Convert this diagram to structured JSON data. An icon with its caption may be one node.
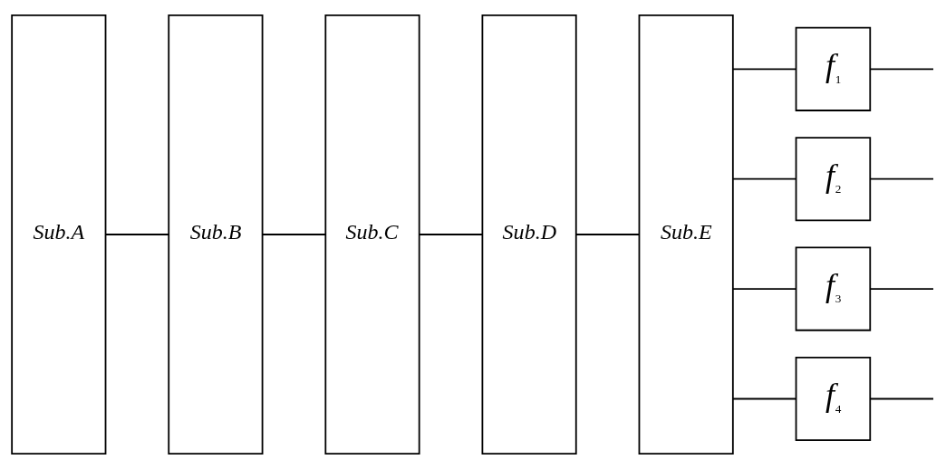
{
  "diagram": {
    "nodes": [
      {
        "text": [
          "Sub.A"
        ]
      },
      {
        "text": [
          "Sub.B"
        ]
      },
      {
        "text": [
          "Sub.C"
        ]
      },
      {
        "text": [
          "Sub.D"
        ]
      },
      {
        "text": [
          "Sub.E"
        ]
      },
      {
        "text": [
          "f$_{1}$"
        ]
      },
      {
        "text": [
          "f$_{2}$"
        ]
      },
      {
        "text": [
          "f$_{3}$"
        ]
      },
      {
        "text": [
          "f$_{4}$"
        ]
      }
    ],
    "edges": [
      {
        "from": 0,
        "to": 1,
        "arrow": "none"
      },
      {
        "from": 1,
        "to": 2,
        "arrow": "none"
      },
      {
        "from": 2,
        "to": 3,
        "arrow": "none"
      },
      {
        "from": 3,
        "to": 4,
        "arrow": "none"
      },
      {
        "from": 4,
        "to": 5,
        "arrow": "none"
      },
      {
        "from": 4,
        "to": 6,
        "arrow": "none"
      },
      {
        "from": 4,
        "to": 7,
        "arrow": "none"
      },
      {
        "from": 4,
        "to": 8,
        "arrow": "none"
      },
      {
        "from": 5,
        "to": null,
        "arrow": "none"
      },
      {
        "from": 6,
        "to": null,
        "arrow": "none"
      },
      {
        "from": 7,
        "to": null,
        "arrow": "none"
      },
      {
        "from": 8,
        "to": null,
        "arrow": "none"
      }
    ]
  }
}
